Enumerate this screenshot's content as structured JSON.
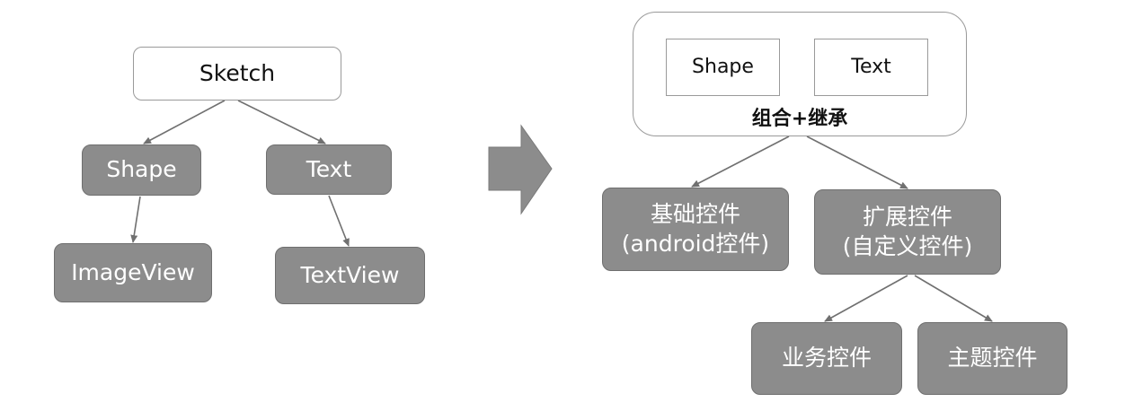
{
  "left_tree": {
    "root": "Sketch",
    "level1": [
      "Shape",
      "Text"
    ],
    "level2": [
      "ImageView",
      "TextView"
    ]
  },
  "right_tree": {
    "container": {
      "items": [
        "Shape",
        "Text"
      ],
      "caption": "组合+继承"
    },
    "basic": {
      "line1": "基础控件",
      "line2": "(android控件)"
    },
    "extended": {
      "line1": "扩展控件",
      "line2": "(自定义控件)"
    },
    "children": [
      "业务控件",
      "主题控件"
    ]
  },
  "colors": {
    "node_fill": "#8c8c8c",
    "line": "#707070",
    "arrow": "#8c8c8c"
  }
}
